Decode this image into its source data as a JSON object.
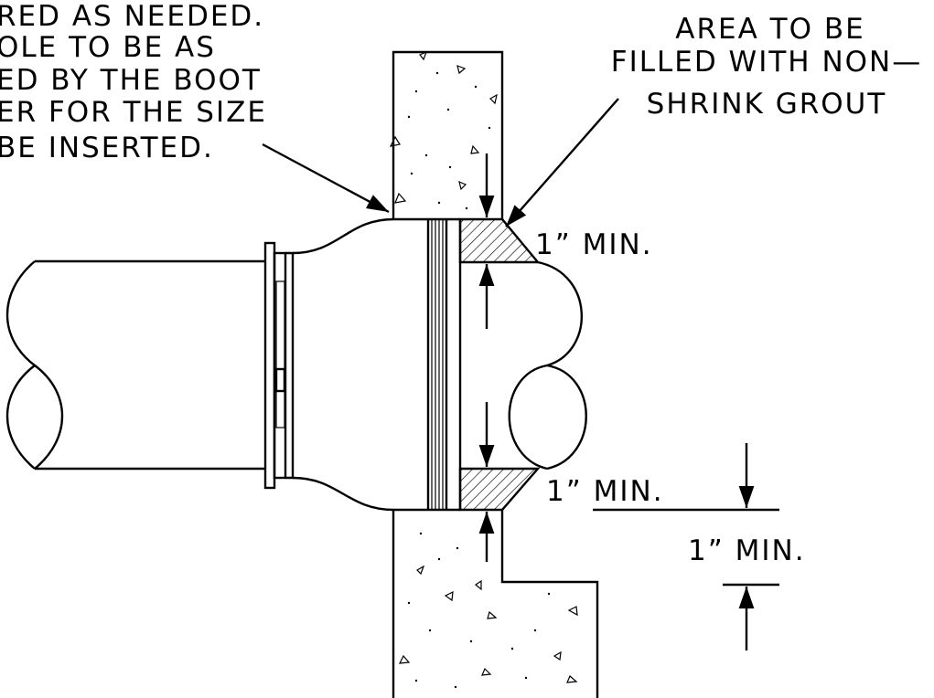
{
  "note_left": {
    "lines": [
      "RED AS NEEDED.",
      "OLE TO BE AS",
      "ED BY THE BOOT",
      "ER FOR THE SIZE",
      "BE INSERTED."
    ]
  },
  "note_grout": {
    "lines": [
      "AREA TO BE",
      "FILLED WITH NON—",
      "SHRINK GROUT"
    ]
  },
  "dimensions": {
    "top_grout": "1” MIN.",
    "bottom_grout": "1” MIN.",
    "offset": "1” MIN."
  }
}
